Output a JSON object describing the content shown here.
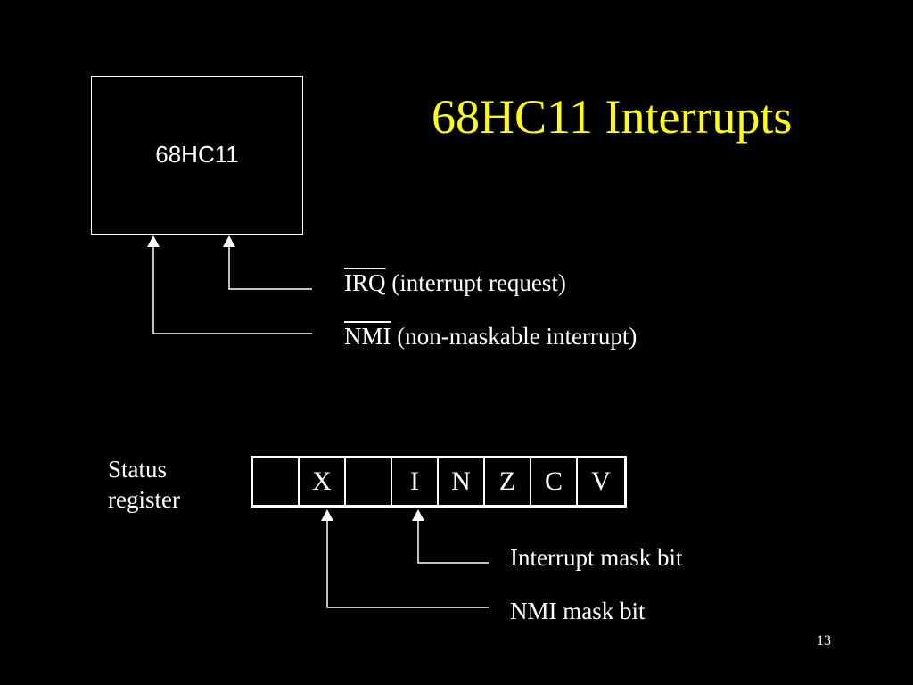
{
  "slide": {
    "title": "68HC11 Interrupts",
    "chip_label": "68HC11",
    "irq_name": "IRQ",
    "irq_desc": " (interrupt request)",
    "nmi_name": "NMI",
    "nmi_desc": " (non-maskable interrupt)",
    "status_label_line1": "Status",
    "status_label_line2": "register",
    "register_bits": [
      "",
      "X",
      "",
      "I",
      "N",
      "Z",
      "C",
      "V"
    ],
    "interrupt_mask_label": "Interrupt mask bit",
    "nmi_mask_label": "NMI mask bit",
    "page_number": "13"
  },
  "colors": {
    "background": "#000000",
    "title": "#ffff00",
    "text": "#ffffff"
  }
}
